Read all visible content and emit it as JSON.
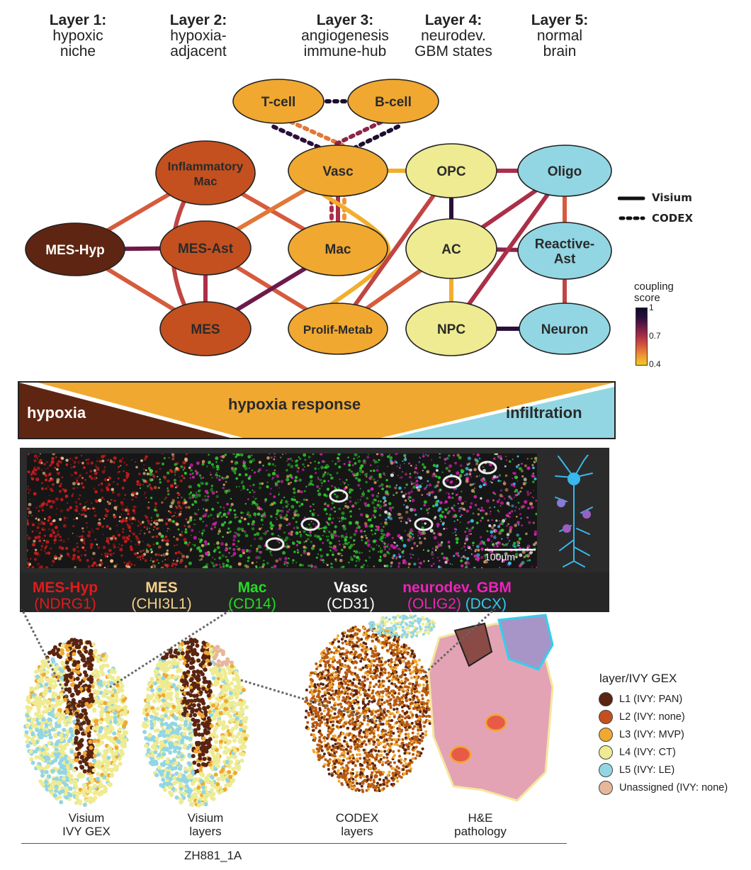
{
  "layers": [
    {
      "title": "Layer 1:",
      "sub": [
        "hypoxic",
        "niche"
      ]
    },
    {
      "title": "Layer 2:",
      "sub": [
        "hypoxia-",
        "adjacent"
      ]
    },
    {
      "title": "Layer 3:",
      "sub": [
        "angiogenesis",
        "immune-hub"
      ]
    },
    {
      "title": "Layer 4:",
      "sub": [
        "neurodev.",
        "GBM states"
      ]
    },
    {
      "title": "Layer 5:",
      "sub": [
        "normal",
        "brain"
      ]
    }
  ],
  "nodes": {
    "tcell": {
      "label": [
        "T-cell"
      ],
      "fill": "#f0a830",
      "dark": false
    },
    "bcell": {
      "label": [
        "B-cell"
      ],
      "fill": "#f0a830",
      "dark": false
    },
    "infmac": {
      "label": [
        "Inflammatory",
        "Mac"
      ],
      "fill": "#c4501f",
      "dark": false
    },
    "vasc": {
      "label": [
        "Vasc"
      ],
      "fill": "#f0a830",
      "dark": false
    },
    "opc": {
      "label": [
        "OPC"
      ],
      "fill": "#eeeb92",
      "dark": false
    },
    "oligo": {
      "label": [
        "Oligo"
      ],
      "fill": "#92d6e3",
      "dark": false
    },
    "meshyp": {
      "label": [
        "MES-Hyp"
      ],
      "fill": "#5e2612",
      "dark": true
    },
    "mesast": {
      "label": [
        "MES-Ast"
      ],
      "fill": "#c4501f",
      "dark": false
    },
    "mac": {
      "label": [
        "Mac"
      ],
      "fill": "#f0a830",
      "dark": false
    },
    "ac": {
      "label": [
        "AC"
      ],
      "fill": "#eeeb92",
      "dark": false
    },
    "reactast": {
      "label": [
        "Reactive-",
        "Ast"
      ],
      "fill": "#92d6e3",
      "dark": false
    },
    "mes": {
      "label": [
        "MES"
      ],
      "fill": "#c4501f",
      "dark": false
    },
    "prolif": {
      "label": [
        "Prolif-Metab"
      ],
      "fill": "#f0a830",
      "dark": false
    },
    "npc": {
      "label": [
        "NPC"
      ],
      "fill": "#eeeb92",
      "dark": false
    },
    "neuron": {
      "label": [
        "Neuron"
      ],
      "fill": "#92d6e3",
      "dark": false
    }
  },
  "edges": [
    {
      "a": "tcell",
      "b": "bcell",
      "score": 0.95,
      "type": "codex"
    },
    {
      "a": "tcell",
      "b": "vasc",
      "score": 0.55,
      "type": "codex"
    },
    {
      "a": "tcell",
      "b": "vasc",
      "score": 0.9,
      "type": "codex"
    },
    {
      "a": "bcell",
      "b": "vasc",
      "score": 0.95,
      "type": "codex"
    },
    {
      "a": "bcell",
      "b": "vasc",
      "score": 0.75,
      "type": "codex"
    },
    {
      "a": "vasc",
      "b": "mac",
      "score": 0.5,
      "type": "codex"
    },
    {
      "a": "vasc",
      "b": "mac",
      "score": 0.7,
      "type": "codex"
    },
    {
      "a": "meshyp",
      "b": "infmac",
      "score": 0.6,
      "type": "visium"
    },
    {
      "a": "meshyp",
      "b": "mesast",
      "score": 0.8,
      "type": "visium"
    },
    {
      "a": "meshyp",
      "b": "mes",
      "score": 0.6,
      "type": "visium"
    },
    {
      "a": "infmac",
      "b": "mes",
      "score": 0.65,
      "type": "visium"
    },
    {
      "a": "infmac",
      "b": "mac",
      "score": 0.6,
      "type": "visium"
    },
    {
      "a": "mesast",
      "b": "mes",
      "score": 0.7,
      "type": "visium"
    },
    {
      "a": "mesast",
      "b": "vasc",
      "score": 0.55,
      "type": "visium"
    },
    {
      "a": "mesast",
      "b": "prolif",
      "score": 0.6,
      "type": "visium"
    },
    {
      "a": "mes",
      "b": "mac",
      "score": 0.8,
      "type": "visium"
    },
    {
      "a": "vasc",
      "b": "mac",
      "score": 0.7,
      "type": "visium"
    },
    {
      "a": "vasc",
      "b": "prolif",
      "score": 0.45,
      "type": "visium"
    },
    {
      "a": "vasc",
      "b": "opc",
      "score": 0.45,
      "type": "visium"
    },
    {
      "a": "prolif",
      "b": "opc",
      "score": 0.65,
      "type": "visium"
    },
    {
      "a": "prolif",
      "b": "ac",
      "score": 0.6,
      "type": "visium"
    },
    {
      "a": "opc",
      "b": "oligo",
      "score": 0.7,
      "type": "visium"
    },
    {
      "a": "opc",
      "b": "ac",
      "score": 0.9,
      "type": "visium"
    },
    {
      "a": "ac",
      "b": "npc",
      "score": 0.45,
      "type": "visium"
    },
    {
      "a": "ac",
      "b": "reactast",
      "score": 0.75,
      "type": "visium"
    },
    {
      "a": "ac",
      "b": "oligo",
      "score": 0.7,
      "type": "visium"
    },
    {
      "a": "npc",
      "b": "oligo",
      "score": 0.7,
      "type": "visium"
    },
    {
      "a": "npc",
      "b": "neuron",
      "score": 0.9,
      "type": "visium"
    },
    {
      "a": "oligo",
      "b": "reactast",
      "score": 0.6,
      "type": "visium"
    },
    {
      "a": "reactast",
      "b": "neuron",
      "score": 0.65,
      "type": "visium"
    }
  ],
  "legend": {
    "visium": "Visium",
    "codex": "CODEX"
  },
  "coupling_scale": {
    "title": [
      "coupling",
      "score"
    ],
    "ticks": [
      "1",
      "0.7",
      "0.4"
    ],
    "min": 0.4,
    "max": 1,
    "colors": [
      "#f6c823",
      "#ee9436",
      "#d65b3c",
      "#ab2f48",
      "#6d1a4a",
      "#2a0f3a",
      "#0d0a2a"
    ]
  },
  "gradient_bar": {
    "left": "hypoxia",
    "center": "hypoxia response",
    "right": "infiltration",
    "colors": {
      "hypoxia": "#5e2612",
      "response": "#f0a830",
      "infiltration": "#92d6e3"
    }
  },
  "micrograph": {
    "scale_bar": "100µm"
  },
  "markers": [
    {
      "name": "MES-Hyp",
      "gene": "(NDRG1)",
      "color": "#e21a1a"
    },
    {
      "name": "MES",
      "gene": "(CHI3L1)",
      "color": "#f5d08a"
    },
    {
      "name": "Mac",
      "gene": "(CD14)",
      "color": "#22dd22"
    },
    {
      "name": "Vasc",
      "gene": "(CD31)",
      "color": "#ffffff"
    },
    {
      "name": "neurodev. GBM",
      "gene": "(OLIG2)",
      "gene2": "(DCX)",
      "color": "#ee22bb",
      "color2": "#33c8ee"
    }
  ],
  "panels": [
    {
      "label": [
        "Visium",
        "IVY GEX"
      ]
    },
    {
      "label": [
        "Visium",
        "layers"
      ]
    },
    {
      "label": [
        "CODEX",
        "layers"
      ]
    },
    {
      "label": [
        "H&E",
        "pathology"
      ]
    }
  ],
  "sample": "ZH881_1A",
  "ivy_legend": {
    "title": "layer/IVY GEX",
    "items": [
      {
        "label": "L1 (IVY: PAN)",
        "color": "#5a2410"
      },
      {
        "label": "L2 (IVY: none)",
        "color": "#c4501f"
      },
      {
        "label": "L3 (IVY: MVP)",
        "color": "#f0a830"
      },
      {
        "label": "L4 (IVY: CT)",
        "color": "#eeeb92"
      },
      {
        "label": "L5 (IVY: LE)",
        "color": "#92d6e3"
      },
      {
        "label": "Unassigned (IVY: none)",
        "color": "#e6b799"
      }
    ]
  }
}
